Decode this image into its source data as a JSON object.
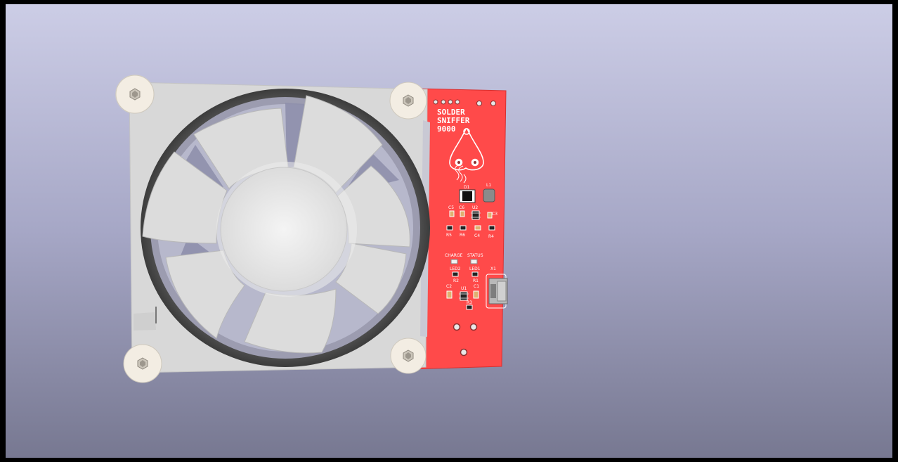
{
  "scene": {
    "board_title_lines": [
      "SOLDER",
      "SNIFFER",
      "9000"
    ],
    "section_labels": [
      "CHARGE",
      "STATUS"
    ],
    "ref_designators": {
      "d1": "D1",
      "l1": "L1",
      "c5": "C5",
      "c6": "C6",
      "u2": "U2",
      "c3": "C3",
      "r5": "R5",
      "r6": "R6",
      "c4": "C4",
      "r4": "R4",
      "led2": "LED2",
      "led1": "LED1",
      "r2": "R2",
      "r1": "R1",
      "c2": "C2",
      "u1": "U1",
      "c1": "C1",
      "r3": "R3",
      "x1": "X1"
    }
  }
}
